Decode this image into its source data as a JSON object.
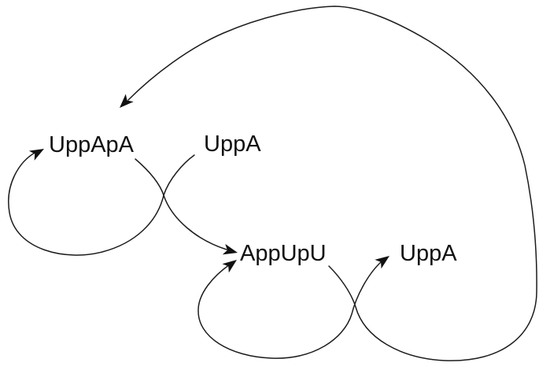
{
  "diagram": {
    "background": "#ffffff",
    "line_color": "#1c1c1c",
    "text_color": "#111111",
    "nodes": [
      {
        "id": "uppapa",
        "label": "UppApA"
      },
      {
        "id": "uppa_top",
        "label": "UppA"
      },
      {
        "id": "appupu",
        "label": "AppUpU"
      },
      {
        "id": "uppa_bottom",
        "label": "UppA"
      }
    ],
    "edges": [
      {
        "id": "uppa-loop-to-uppapa",
        "from": "UppA",
        "to": "UppApA",
        "shape": "left loop, arrow into UppApA"
      },
      {
        "id": "uppapa-to-appupu",
        "from": "UppApA",
        "to": "AppUpU",
        "shape": "kissing curve crossing the left loop"
      },
      {
        "id": "bottom-loop",
        "from": "AppUpU",
        "to": "AppUpU / UppA",
        "shape": "lower loop with arrows into AppUpU and into UppA"
      },
      {
        "id": "feedback-arc",
        "from": "AppUpU",
        "to": "UppApA",
        "shape": "large arc around right and top edges, arrow pointing back toward UppApA"
      }
    ]
  }
}
